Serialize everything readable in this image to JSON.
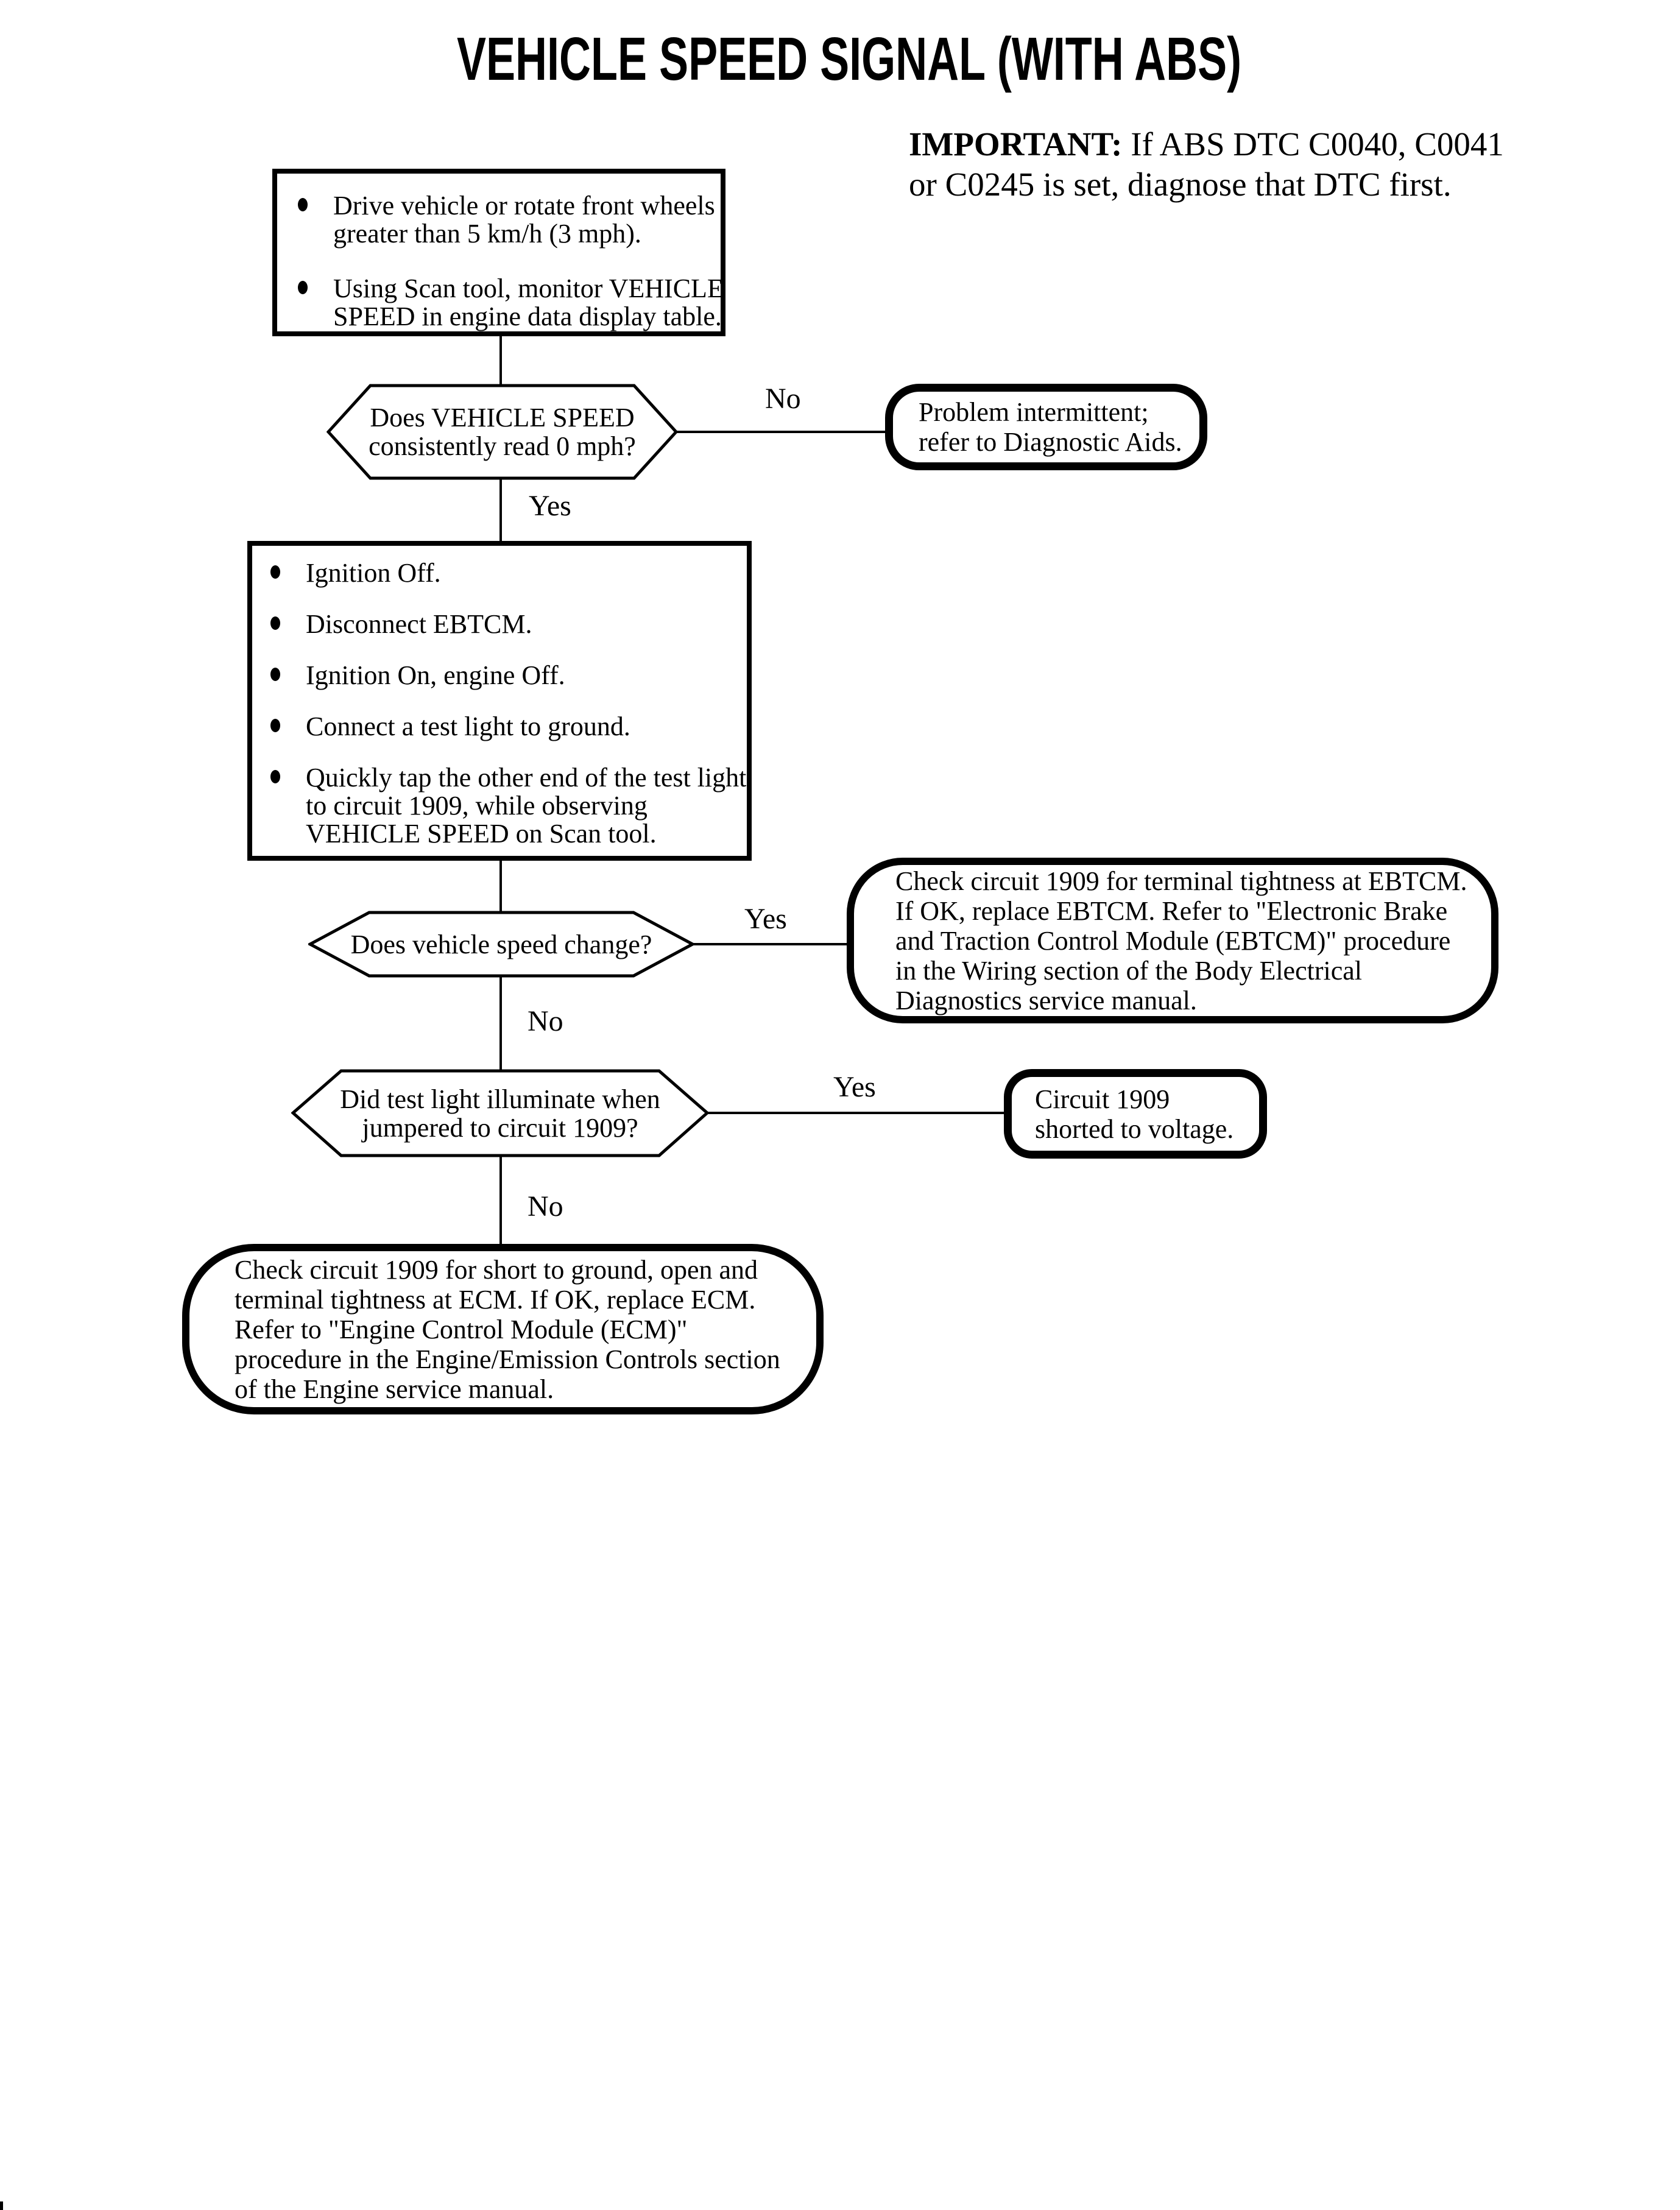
{
  "page": {
    "title": "VEHICLE SPEED SIGNAL (WITH ABS)"
  },
  "important": {
    "label": "IMPORTANT:",
    "text": " If ABS DTC C0040, C0041\nor C0245 is set, diagnose that DTC first."
  },
  "step1": {
    "bullets": [
      "Drive vehicle or rotate front wheels\ngreater than 5 km/h (3 mph).",
      "Using Scan tool, monitor VEHICLE\nSPEED in engine data display table."
    ]
  },
  "step2": {
    "bullets": [
      "Ignition Off.",
      "Disconnect EBTCM.",
      "Ignition On, engine Off.",
      "Connect a test light to ground.",
      "Quickly tap the other end of the test light\nto circuit 1909, while observing\nVEHICLE SPEED on Scan tool."
    ]
  },
  "decision1": {
    "question": "Does VEHICLE SPEED\nconsistently read 0 mph?",
    "no_label": "No",
    "yes_label": "Yes"
  },
  "decision2": {
    "question": "Does vehicle speed change?",
    "yes_label": "Yes",
    "no_label": "No"
  },
  "decision3": {
    "question": "Did test light illuminate when\njumpered to circuit 1909?",
    "yes_label": "Yes",
    "no_label": "No"
  },
  "outcome_intermittent": {
    "text": "Problem intermittent;\nrefer to Diagnostic Aids."
  },
  "outcome_ebtcm": {
    "text": "Check circuit 1909 for terminal tightness at EBTCM.\nIf OK, replace EBTCM. Refer to \"Electronic Brake\nand Traction Control Module (EBTCM)\" procedure\nin the Wiring section of the Body Electrical\nDiagnostics service manual."
  },
  "outcome_shorted": {
    "text": "Circuit 1909\nshorted to voltage."
  },
  "outcome_ecm": {
    "text": "Check circuit 1909 for short to ground, open and\nterminal tightness at ECM. If OK, replace ECM.\nRefer to \"Engine Control Module (ECM)\"\nprocedure in the Engine/Emission Controls section\nof the Engine service manual."
  },
  "colors": {
    "ink": "#000000",
    "paper": "#ffffff"
  }
}
